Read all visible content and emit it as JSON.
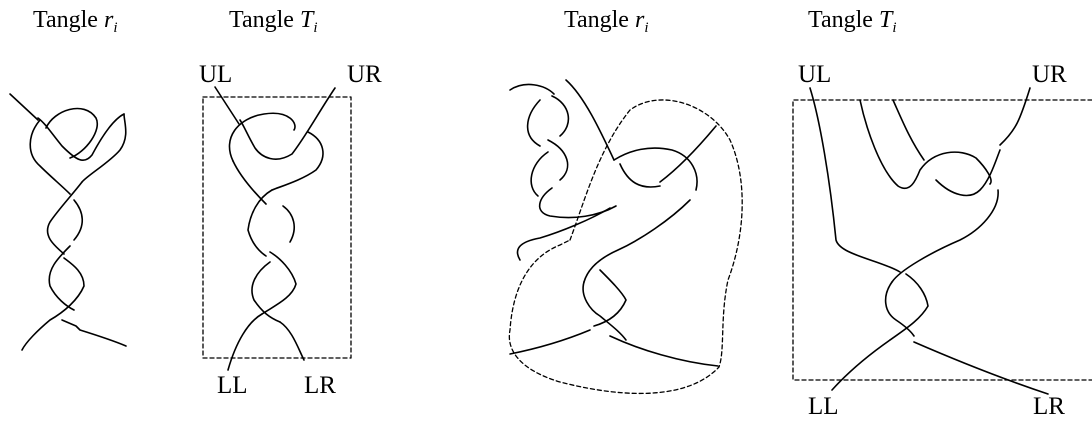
{
  "titles": [
    {
      "word": "Tangle",
      "var": "r",
      "sub": "i"
    },
    {
      "word": "Tangle",
      "var": "T",
      "sub": "i"
    },
    {
      "word": "Tangle",
      "var": "r",
      "sub": "i"
    },
    {
      "word": "Tangle",
      "var": "T",
      "sub": "i"
    }
  ],
  "corner_labels": {
    "upper_left": "UL",
    "upper_right": "UR",
    "lower_left": "LL",
    "lower_right": "LR"
  }
}
